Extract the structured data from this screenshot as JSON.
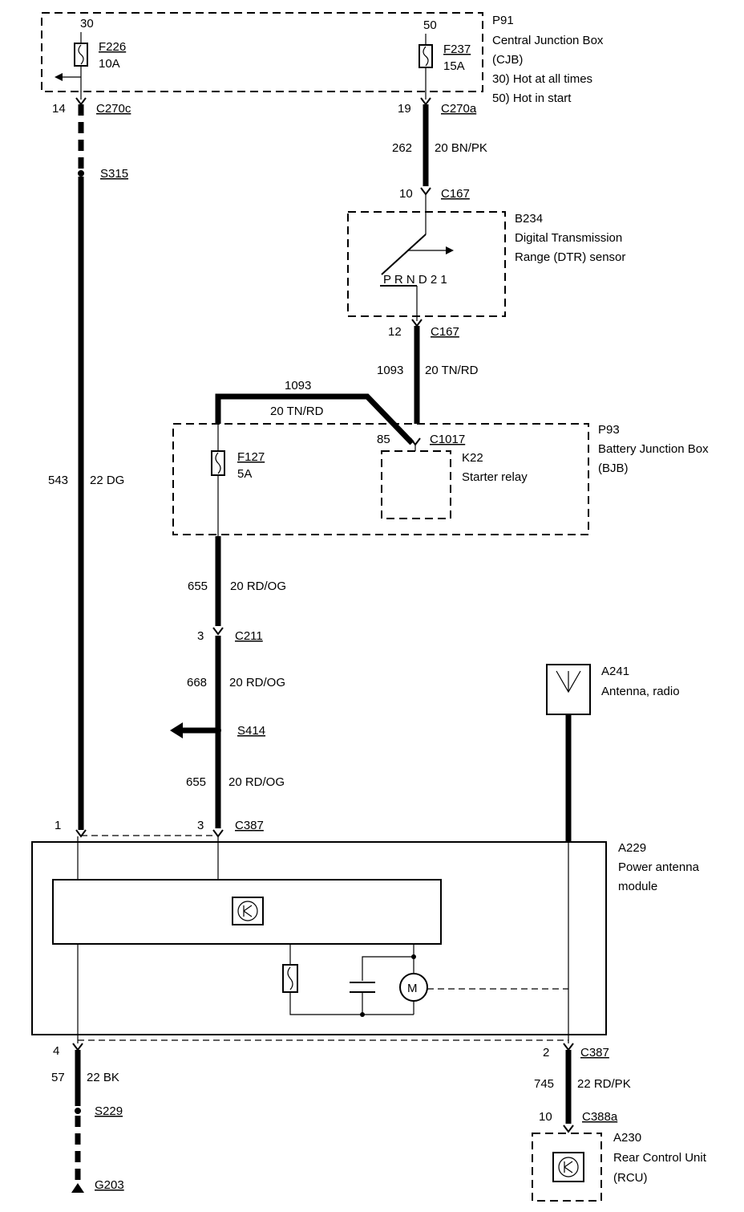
{
  "cjb": {
    "id": "P91",
    "name": "Central Junction Box",
    "abbr": "(CJB)",
    "note30": "30)  Hot at all times",
    "note50": "50)  Hot in start",
    "term30": "30",
    "term50": "50",
    "fuse1_id": "F226",
    "fuse1_rating": "10A",
    "fuse2_id": "F237",
    "fuse2_rating": "15A"
  },
  "wire_left": {
    "pin_top": "14",
    "conn_top": "C270c",
    "splice": "S315",
    "circuit": "543",
    "gauge_color": "22 DG",
    "pin_bottom": "1"
  },
  "wire_cjb_dtr": {
    "pin_top": "19",
    "conn_top": "C270a",
    "circuit": "262",
    "gauge_color": "20 BN/PK",
    "pin_bottom": "10",
    "conn_bottom": "C167"
  },
  "dtr": {
    "id": "B234",
    "name1": "Digital Transmission",
    "name2": "Range (DTR) sensor",
    "positions": "P   R   N   D   2   1"
  },
  "wire_dtr_bjb": {
    "pin_top": "12",
    "conn_top": "C167",
    "circuit": "1093",
    "gauge_color": "20 TN/RD",
    "branch_circuit": "1093",
    "branch_gauge_color": "20 TN/RD"
  },
  "bjb": {
    "id": "P93",
    "name": "Battery Junction Box",
    "abbr": "(BJB)",
    "pin85": "85",
    "conn": "C1017",
    "fuse_id": "F127",
    "fuse_rating": "5A",
    "relay_id": "K22",
    "relay_name": "Starter relay"
  },
  "wire_mid": {
    "circuit1": "655",
    "gauge_color1": "20 RD/OG",
    "pin_c211": "3",
    "conn_c211": "C211",
    "circuit2": "668",
    "gauge_color2": "20 RD/OG",
    "splice": "S414",
    "circuit3": "655",
    "gauge_color3": "20 RD/OG",
    "pin_c387": "3",
    "conn_c387": "C387"
  },
  "antenna": {
    "id": "A241",
    "name": "Antenna, radio"
  },
  "module": {
    "id": "A229",
    "name1": "Power antenna",
    "name2": "module",
    "motor_symbol": "M"
  },
  "wire_ground": {
    "pin": "4",
    "circuit": "57",
    "gauge_color": "22 BK",
    "splice": "S229",
    "ground": "G203"
  },
  "wire_rcu": {
    "pin": "2",
    "conn": "C387",
    "circuit": "745",
    "gauge_color": "22 RD/PK",
    "pin_rcu": "10",
    "conn_rcu": "C388a"
  },
  "rcu": {
    "id": "A230",
    "name": "Rear Control Unit",
    "abbr": "(RCU)"
  }
}
